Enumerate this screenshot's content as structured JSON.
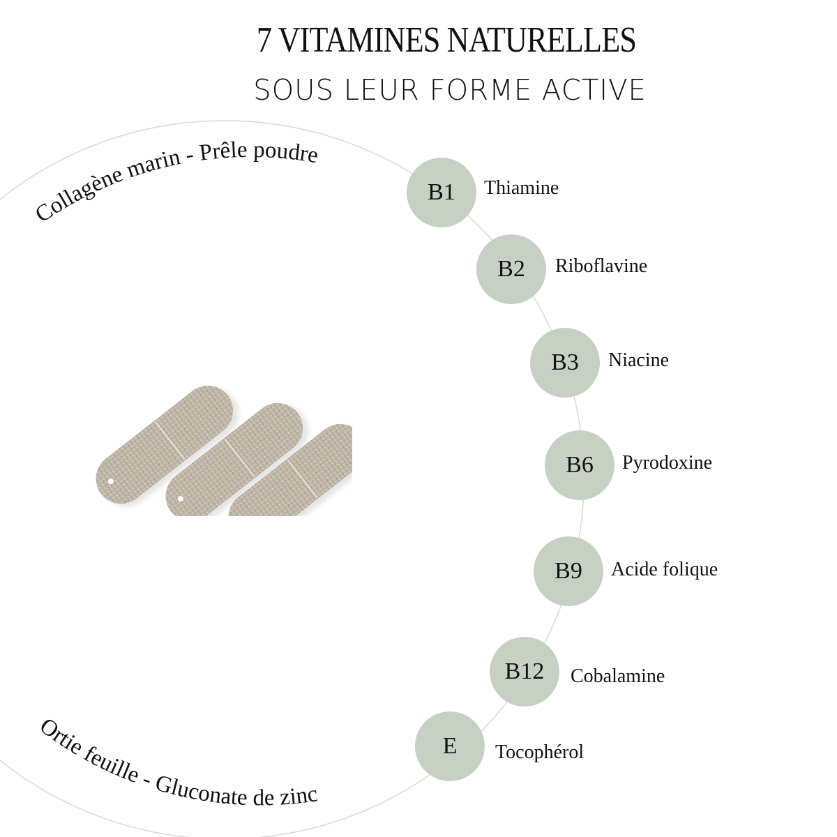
{
  "header": {
    "title_line1": "7 VITAMINES NATURELLES",
    "title_line2": "SOUS LEUR FORME ACTIVE"
  },
  "arc_labels": {
    "top": "Collagène marin - Prêle poudre",
    "bottom": "Ortie feuille - Gluconate de zinc"
  },
  "vitamins": [
    {
      "code": "B1",
      "name": "Thiamine"
    },
    {
      "code": "B2",
      "name": "Riboflavine"
    },
    {
      "code": "B3",
      "name": "Niacine"
    },
    {
      "code": "B6",
      "name": "Pyrodoxine"
    },
    {
      "code": "B9",
      "name": "Acide folique"
    },
    {
      "code": "B12",
      "name": "Cobalamine"
    },
    {
      "code": "E",
      "name": "Tocophérol"
    }
  ],
  "colors": {
    "node_fill": "#c7d1c3",
    "arc_stroke": "#d5ddd3",
    "text": "#111111",
    "background": "#ffffff"
  },
  "image": {
    "subject": "capsule-pills",
    "count": 3
  }
}
